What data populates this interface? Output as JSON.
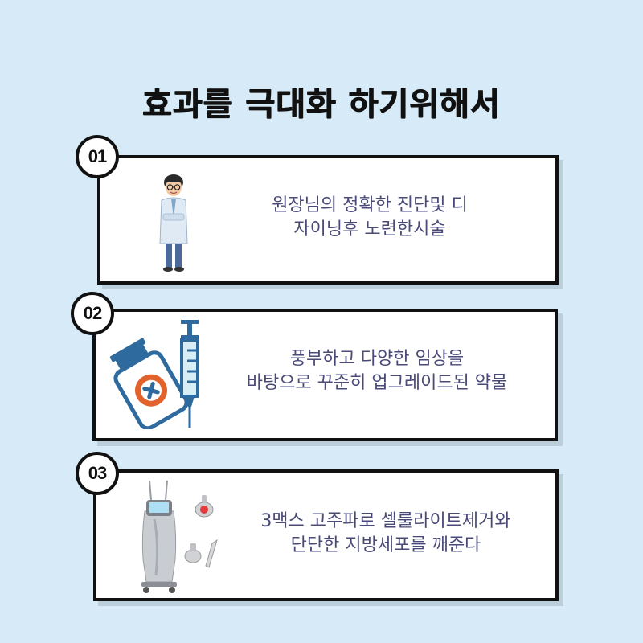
{
  "title": "효과를 극대화 하기위해서",
  "items": [
    {
      "number": "01",
      "icon": "doctor-illustration",
      "line1": "원장님의 정확한 진단및 디",
      "line2": "자이닝후 노련한시술"
    },
    {
      "number": "02",
      "icon": "medicine-syringe-icon",
      "line1": "풍부하고 다양한 임상을",
      "line2": "바탕으로 꾸준히 업그레이드된 약물"
    },
    {
      "number": "03",
      "icon": "body-contouring-device",
      "line1": "3맥스 고주파로 셀룰라이트제거와",
      "line2": "단단한 지방세포를 깨준다"
    }
  ],
  "colors": {
    "background": "#d6ebf7",
    "border": "#111111",
    "text": "#4a4a78",
    "icon_blue": "#2e6a9e",
    "icon_orange": "#e2622b"
  }
}
